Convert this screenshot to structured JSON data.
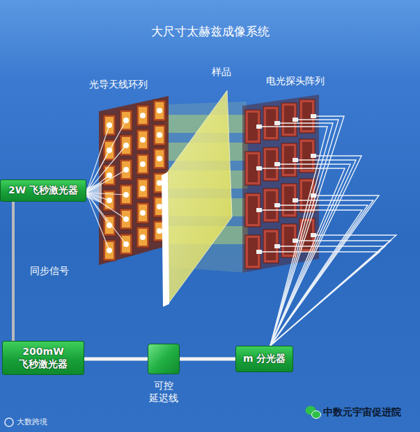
{
  "diagram": {
    "title": "大尺寸太赫兹成像系统",
    "nodes": [
      {
        "text": [
          "2W 飞秒激光器"
        ]
      },
      {
        "text": [
          "200mW 飞秒激光器"
        ]
      },
      {
        "text": [
          "可控 延迟线"
        ]
      },
      {
        "text": [
          "m 分光器"
        ]
      }
    ],
    "edges": [
      {
        "from": 0,
        "to": 1,
        "arrow": "none",
        "label": "同步信号"
      },
      {
        "from": 1,
        "to": 2,
        "arrow": "none"
      },
      {
        "from": 2,
        "to": 3,
        "arrow": "none"
      }
    ],
    "labels": [
      "光导天线环列",
      "样品",
      "电光探头阵列",
      "大数跨境",
      "中数元宇宙促进院"
    ]
  }
}
